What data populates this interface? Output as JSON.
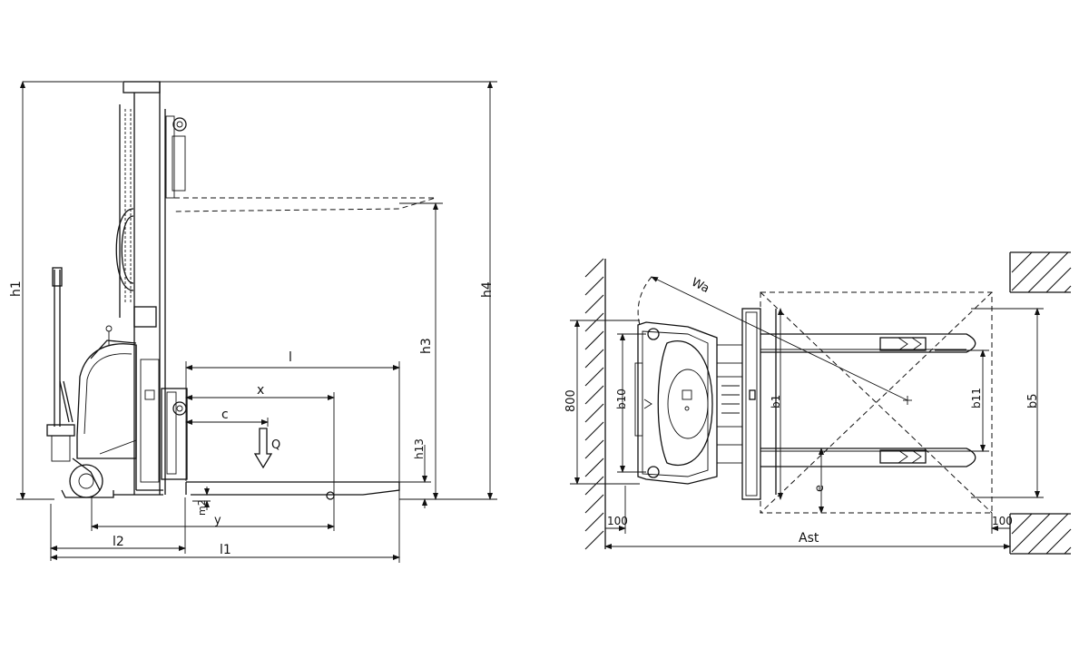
{
  "side_view": {
    "labels": {
      "h1": "h1",
      "h4": "h4",
      "h3": "h3",
      "h13": "h13",
      "m2": "m2",
      "l": "l",
      "x": "x",
      "c": "c",
      "Q": "Q",
      "y": "y",
      "l2": "l2",
      "l1": "l1"
    }
  },
  "top_view": {
    "labels": {
      "Wa": "Wa",
      "b10": "b10",
      "b1": "b1",
      "b11": "b11",
      "b5": "b5",
      "e": "e",
      "Ast": "Ast",
      "dim_800": "800",
      "dim_100_left": "100",
      "dim_100_right": "100"
    }
  }
}
